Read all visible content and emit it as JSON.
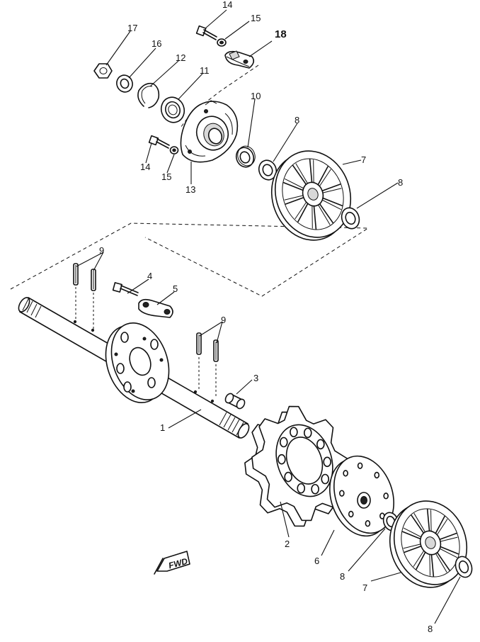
{
  "labels": {
    "p1": "1",
    "p2": "2",
    "p3": "3",
    "p4": "4",
    "p5": "5",
    "p6": "6",
    "p7a": "7",
    "p7b": "7",
    "p8a": "8",
    "p8b": "8",
    "p8c": "8",
    "p8d": "8",
    "p9a": "9",
    "p9b": "9",
    "p10": "10",
    "p11": "11",
    "p12": "12",
    "p13": "13",
    "p14a": "14",
    "p14b": "14",
    "p15a": "15",
    "p15b": "15",
    "p16": "16",
    "p17": "17",
    "p18": "18"
  },
  "fwd_marker": "FWD",
  "colors": {
    "ink": "#111111",
    "paper": "#ffffff"
  }
}
